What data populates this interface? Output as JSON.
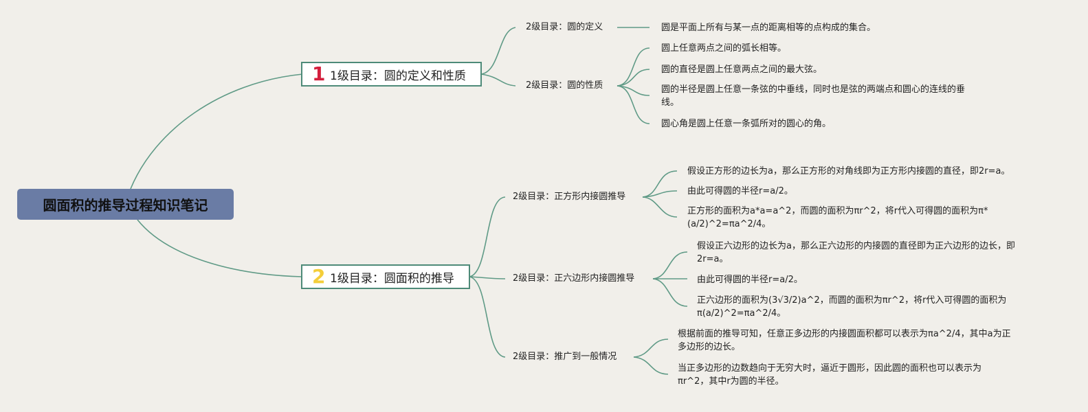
{
  "root": {
    "title": "圆面积的推导过程知识笔记"
  },
  "topics": [
    {
      "number": "1",
      "label": "1级目录：圆的定义和性质",
      "subtopics": [
        {
          "label": "2级目录：圆的定义",
          "details": [
            "圆是平面上所有与某一点的距离相等的点构成的集合。"
          ]
        },
        {
          "label": "2级目录：圆的性质",
          "details": [
            "圆上任意两点之间的弧长相等。",
            "圆的直径是圆上任意两点之间的最大弦。",
            "圆的半径是圆上任意一条弦的中垂线，同时也是弦的两端点和圆心的连线的垂线。",
            "圆心角是圆上任意一条弧所对的圆心的角。"
          ]
        }
      ]
    },
    {
      "number": "2",
      "label": "1级目录：圆面积的推导",
      "subtopics": [
        {
          "label": "2级目录：正方形内接圆推导",
          "details": [
            "假设正方形的边长为a，那么正方形的对角线即为正方形内接圆的直径，即2r=a。",
            "由此可得圆的半径r=a/2。",
            "正方形的面积为a*a=a^2，而圆的面积为πr^2，将r代入可得圆的面积为π*(a/2)^2=πa^2/4。"
          ]
        },
        {
          "label": "2级目录：正六边形内接圆推导",
          "details": [
            "假设正六边形的边长为a，那么正六边形的内接圆的直径即为正六边形的边长，即2r=a。",
            "由此可得圆的半径r=a/2。",
            "正六边形的面积为(3√3/2)a^2，而圆的面积为πr^2，将r代入可得圆的面积为π(a/2)^2=πa^2/4。"
          ]
        },
        {
          "label": "2级目录：推广到一般情况",
          "details": [
            "根据前面的推导可知，任意正多边形的内接圆面积都可以表示为πa^2/4，其中a为正多边形的边长。",
            "当正多边形的边数趋向于无穷大时，逼近于圆形，因此圆的面积也可以表示为πr^2，其中r为圆的半径。"
          ]
        }
      ]
    }
  ],
  "colors": {
    "background": "#f1efea",
    "root_fill": "#6a7ca5",
    "connector": "#5f9a86",
    "topic_border": "#4d8a78",
    "number_1": "#d41f3d",
    "number_2": "#f4ce3a"
  }
}
